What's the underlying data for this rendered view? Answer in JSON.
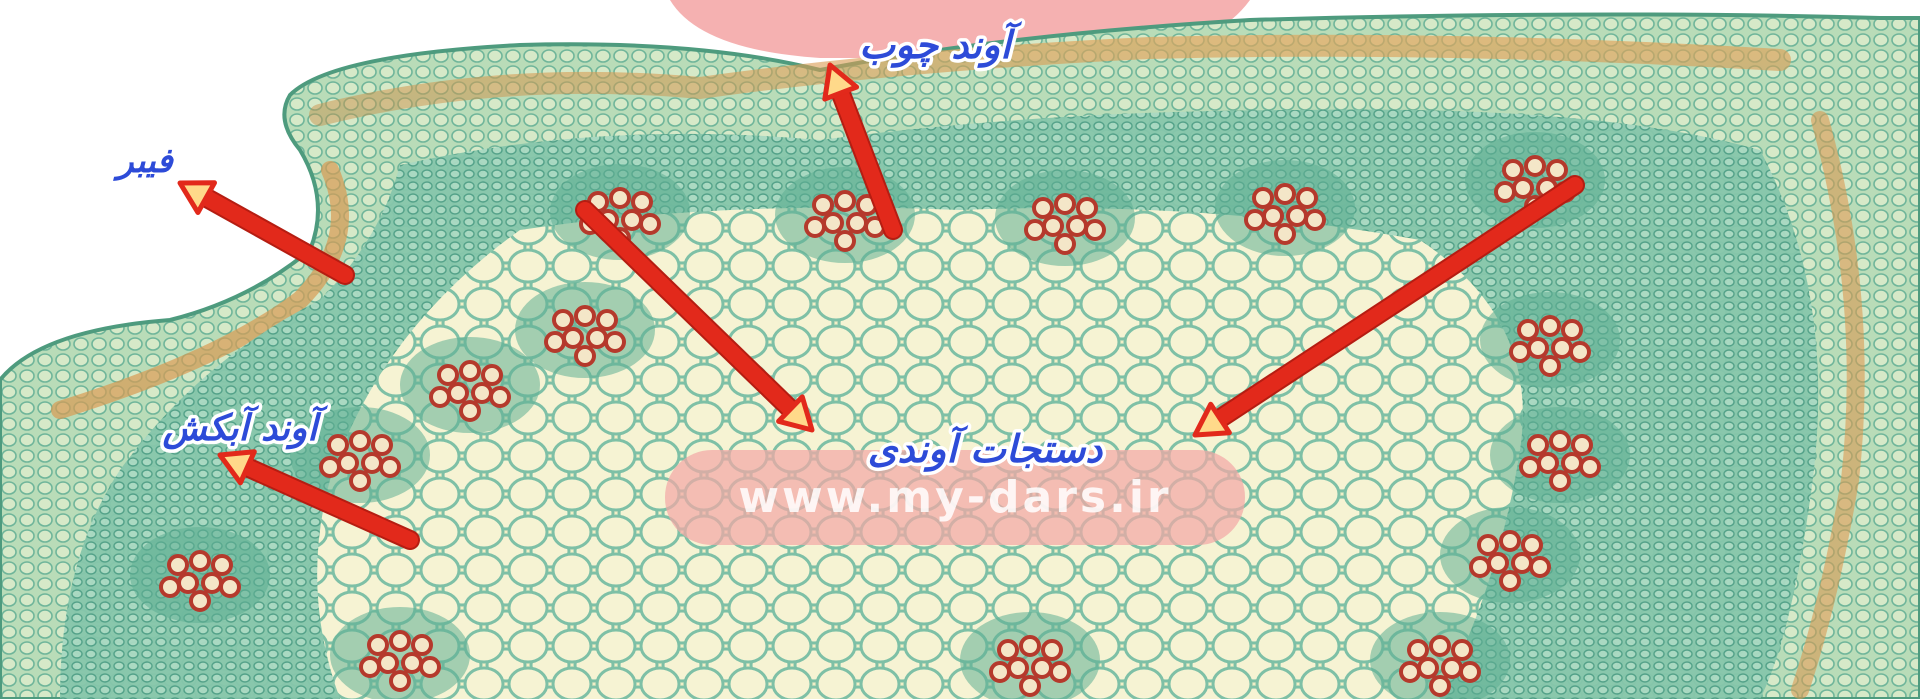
{
  "diagram": {
    "labels": {
      "xylem": "آوند چوب",
      "fiber": "فیبر",
      "phloem": "آوند آبکش",
      "vascular_bundles": "دستجات آوندی"
    },
    "watermark": {
      "url": "www.my-dars.ir"
    },
    "colors": {
      "label_blue": "#2d4bd8",
      "arrow_red": "#e2291b",
      "arrow_tip": "#ffd98a",
      "tissue_green": "#7fc3a8",
      "pith_cream": "#f1edc0",
      "vessel_red": "#b5392c",
      "watermark_pink": "#f0a4a4"
    }
  }
}
